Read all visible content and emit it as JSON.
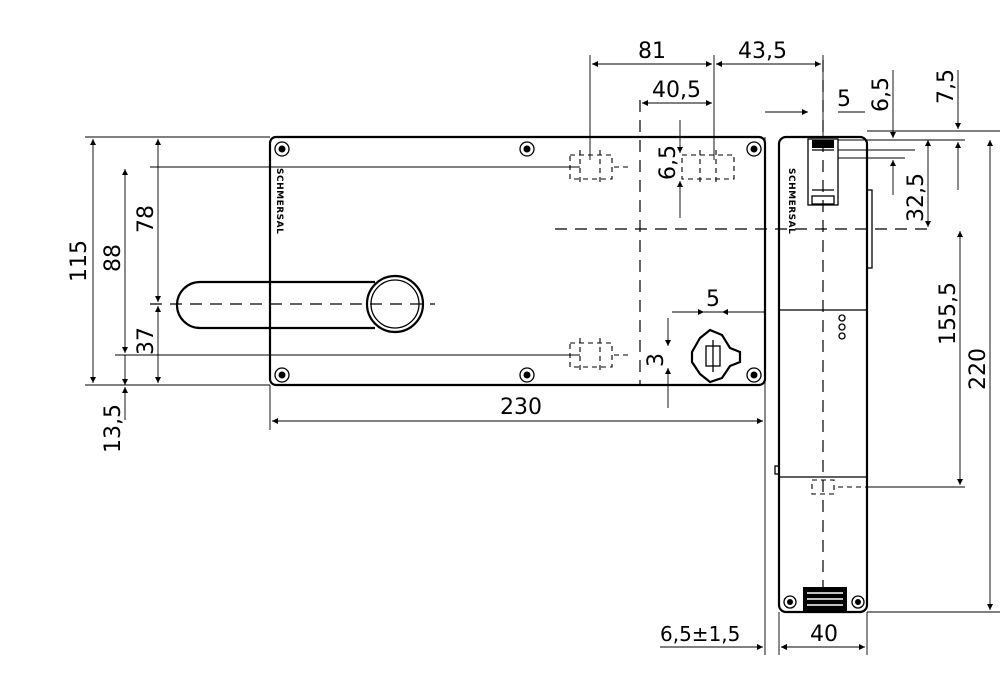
{
  "brand_label": "SCHMERSAL",
  "dimensions": {
    "d81": "81",
    "d43_5": "43,5",
    "d40_5": "40,5",
    "d5_top": "5",
    "d6_5_top": "6,5",
    "d7_5": "7,5",
    "d6_5_mid": "6,5",
    "d32_5": "32,5",
    "d115": "115",
    "d88": "88",
    "d78": "78",
    "d37": "37",
    "d13_5": "13,5",
    "d230": "230",
    "d5_mid": "5",
    "d3": "3",
    "d155_5": "155,5",
    "d220": "220",
    "d6_5_tol": "6,5±1,5",
    "d40": "40"
  }
}
